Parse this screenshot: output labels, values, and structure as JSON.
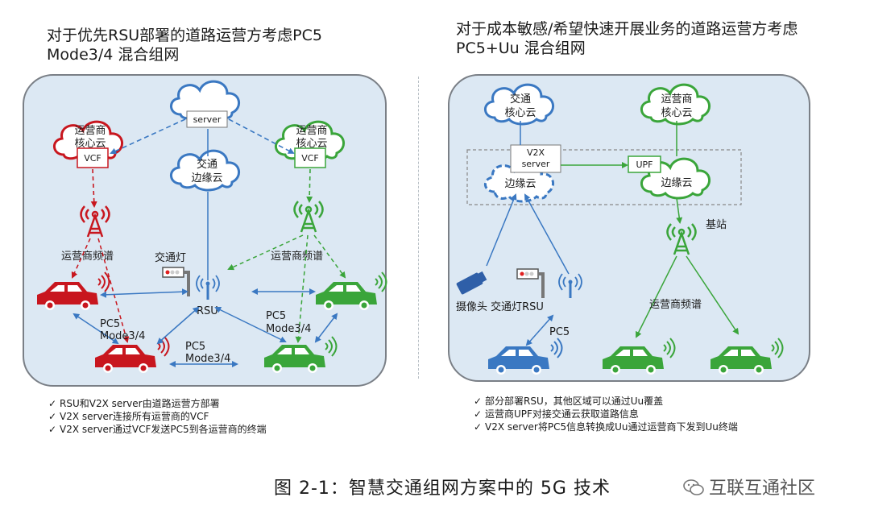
{
  "left": {
    "title_line1": "对于优先RSU部署的道路运营方考虑PC5",
    "title_line2": "Mode3/4 混合组网",
    "server": "server",
    "operator_cloud_line1": "运营商",
    "operator_cloud_line2": "核心云",
    "vcf": "VCF",
    "traffic_edge_line1": "交通",
    "traffic_edge_line2": "边缘云",
    "spectrum": "运营商频谱",
    "traffic_light": "交通灯",
    "rsu": "RSU",
    "pc5": "PC5",
    "mode34": "Mode3/4",
    "bullets": [
      "RSU和V2X server由道路运营方部署",
      "V2X server连接所有运营商的VCF",
      "V2X server通过VCF发送PC5到各运营商的终端"
    ]
  },
  "right": {
    "title_line1": "对于成本敏感/希望快速开展业务的道路运营方考虑",
    "title_line2": "PC5+Uu 混合组网",
    "traffic_core_line1": "交通",
    "traffic_core_line2": "核心云",
    "operator_core_line1": "运营商",
    "operator_core_line2": "核心云",
    "v2x_line1": "V2X",
    "v2x_line2": "server",
    "upf": "UPF",
    "edge_cloud": "边缘云",
    "base_station": "基站",
    "camera_light_rsu": "摄像头 交通灯RSU",
    "pc5": "PC5",
    "spectrum": "运营商频谱",
    "bullets": [
      "部分部署RSU，其他区域可以通过Uu覆盖",
      "运营商UPF对接交通云获取道路信息",
      "V2X server将PC5信息转换成Uu通过运营商下发到Uu终端"
    ]
  },
  "bullet_mark": "✓",
  "caption": "图 2-1：智慧交通组网方案中的 5G 技术",
  "watermark": "互联互通社区",
  "colors": {
    "blue": "#3a78c2",
    "red": "#c8161e",
    "green": "#3aa53a",
    "panel_fill": "#dce8f3"
  }
}
